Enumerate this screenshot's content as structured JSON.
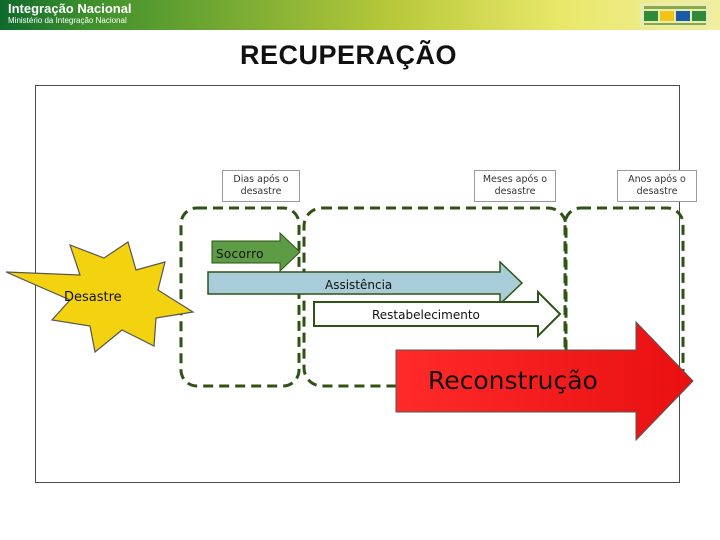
{
  "header": {
    "brand_title": "Integração Nacional",
    "brand_subtitle": "Ministério da Integração Nacional",
    "gov_logo_icon": "brasil-government-logo",
    "colors": {
      "banner_start": "#0f6a2d",
      "banner_end": "#f1eea0"
    }
  },
  "slide": {
    "title": "RECUPERAÇÃO"
  },
  "phases": [
    {
      "label": "Dias após o desastre"
    },
    {
      "label": "Meses após o desastre"
    },
    {
      "label": "Anos após o desastre"
    }
  ],
  "arrows": {
    "socorro": {
      "label": "Socorro",
      "color": "#5d9b45"
    },
    "assistencia": {
      "label": "Assistência",
      "color": "#a9cdd8"
    },
    "restabelecimento": {
      "label": "Restabelecimento",
      "color": "#ffffff"
    },
    "reconstrucao": {
      "label": "Reconstrução",
      "color": "#ee1c1c"
    }
  },
  "event": {
    "label": "Desastre",
    "icon": "explosion-star-icon",
    "color": "#f3d20f"
  },
  "regions": {
    "border_color": "#2f5216"
  }
}
